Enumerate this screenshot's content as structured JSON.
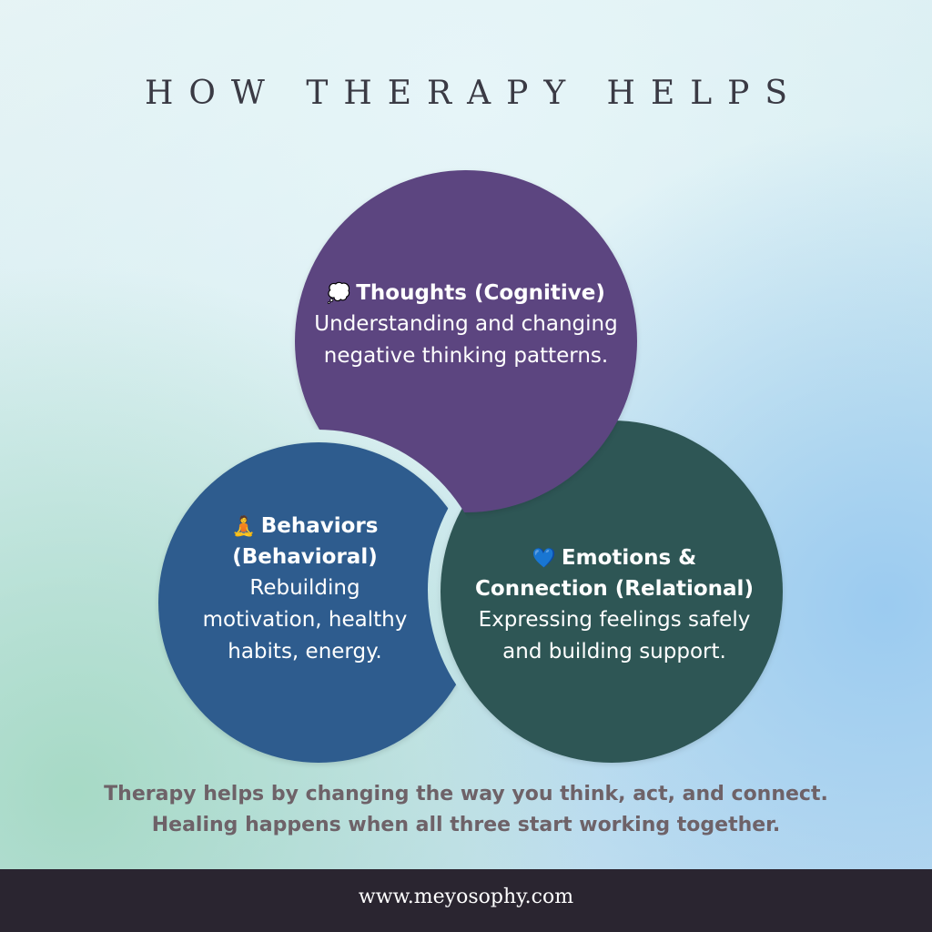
{
  "title": "HOW THERAPY HELPS",
  "colors": {
    "thoughts": "#5c4480",
    "behaviors": "#2d5b8e",
    "emotions": "#2e5655",
    "title_text": "#3a3a44",
    "summary_text": "#6e6268",
    "footer_bg": "#2a2530"
  },
  "circles": {
    "thoughts": {
      "icon": "thought-bubble-icon",
      "icon_glyph": "💭",
      "heading": "Thoughts (Cognitive)",
      "body_line1": "Understanding and changing",
      "body_line2": "negative thinking patterns."
    },
    "behaviors": {
      "icon": "meditation-person-icon",
      "icon_glyph": "🧘",
      "heading_line1": "Behaviors",
      "heading_line2": "(Behavioral)",
      "body_line1": "Rebuilding",
      "body_line2": "motivation, healthy",
      "body_line3": "habits, energy."
    },
    "emotions": {
      "icon": "blue-heart-icon",
      "icon_glyph": "💙",
      "heading_line1": "Emotions &",
      "heading_line2": "Connection (Relational)",
      "body_line1": "Expressing feelings safely",
      "body_line2": "and building support."
    }
  },
  "summary": {
    "line1": "Therapy helps by changing the way you think, act, and connect.",
    "line2": "Healing happens when all three start working together."
  },
  "footer": {
    "url": "www.meyosophy.com"
  }
}
